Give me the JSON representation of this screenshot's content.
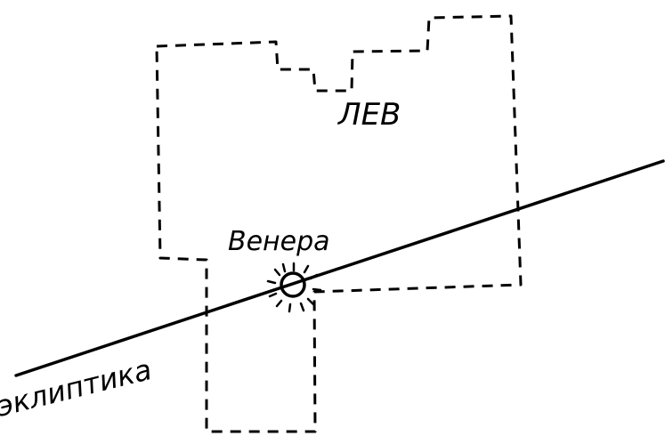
{
  "labels": {
    "constellation": "ЛЕВ",
    "planet": "Венера",
    "ecliptic": "эклиптика"
  },
  "style": {
    "ink": "#000000",
    "background": "#ffffff"
  }
}
